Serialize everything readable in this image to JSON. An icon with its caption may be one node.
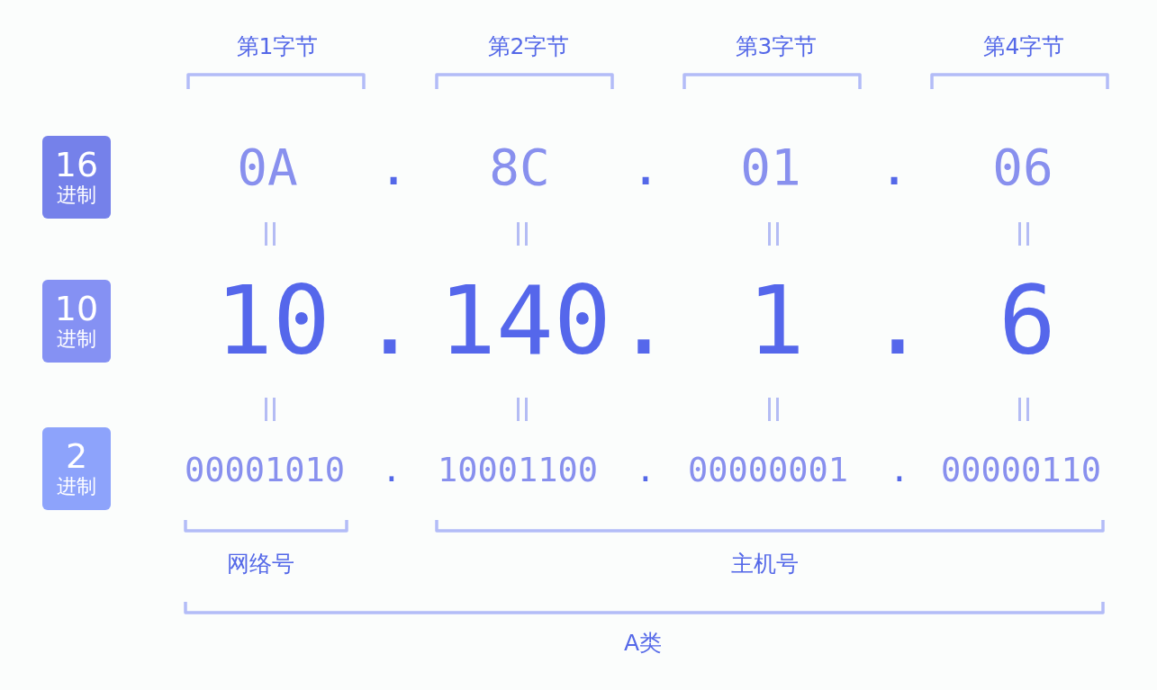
{
  "diagram": {
    "nodes": [
      {
        "text": [
          "16",
          "进制"
        ]
      },
      {
        "text": [
          "10",
          "进制"
        ]
      },
      {
        "text": [
          "2",
          "进制"
        ]
      }
    ],
    "labels": [
      "第1字节",
      "第2字节",
      "第3字节",
      "第4字节",
      "0A",
      ".",
      "8C",
      ".",
      "01",
      ".",
      "06",
      "10",
      ".",
      "140",
      ".",
      "1",
      ".",
      "6",
      "00001010",
      ".",
      "10001100",
      ".",
      "00000001",
      ".",
      "00000110",
      "网络号",
      "主机号",
      "A类"
    ]
  }
}
